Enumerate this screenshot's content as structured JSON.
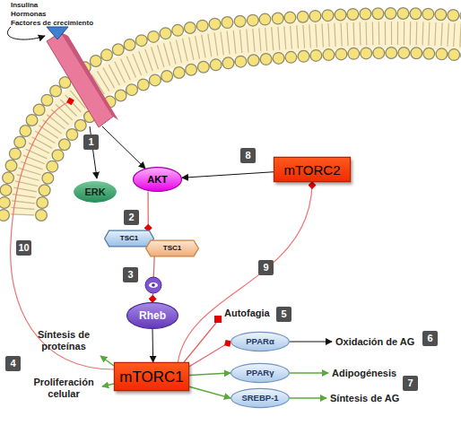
{
  "diagram": {
    "nodes": [
      {
        "text": [
          "AKT"
        ]
      },
      {
        "text": [
          "mTORC2"
        ]
      },
      {
        "text": [
          "ERK"
        ]
      },
      {
        "text": [
          "TSC1"
        ]
      },
      {
        "text": [
          "TSC1"
        ]
      },
      {
        "text": [
          "Rheb"
        ]
      },
      {
        "text": [
          "PPARα"
        ]
      },
      {
        "text": [
          "mTORC1"
        ]
      },
      {
        "text": [
          "PPARγ"
        ]
      },
      {
        "text": [
          "SREBP-1"
        ]
      }
    ],
    "edges": [
      {
        "from": 1,
        "to": 0,
        "arrow": "to"
      },
      {
        "from": 0,
        "to": 3,
        "arrow": "to"
      },
      {
        "from": 4,
        "to": 5,
        "arrow": "to"
      },
      {
        "from": 5,
        "to": 7,
        "arrow": "to"
      },
      {
        "from": 7,
        "to": 1,
        "arrow": "to"
      },
      {
        "from": 7,
        "to": 6,
        "arrow": "to"
      },
      {
        "from": 7,
        "to": 8,
        "arrow": "to"
      },
      {
        "from": 7,
        "to": 9,
        "arrow": "to"
      }
    ],
    "labels": [
      "Insulina",
      "Hormonas",
      "Factores de crecimiento",
      "1",
      "8",
      "2",
      "10",
      "3",
      "9",
      "Autofagia",
      "5",
      "Síntesis de proteínas",
      "Oxidación de AG",
      "6",
      "4",
      "Adipogénesis",
      "Proliferación celular",
      "7",
      "Síntesis de AG"
    ]
  }
}
